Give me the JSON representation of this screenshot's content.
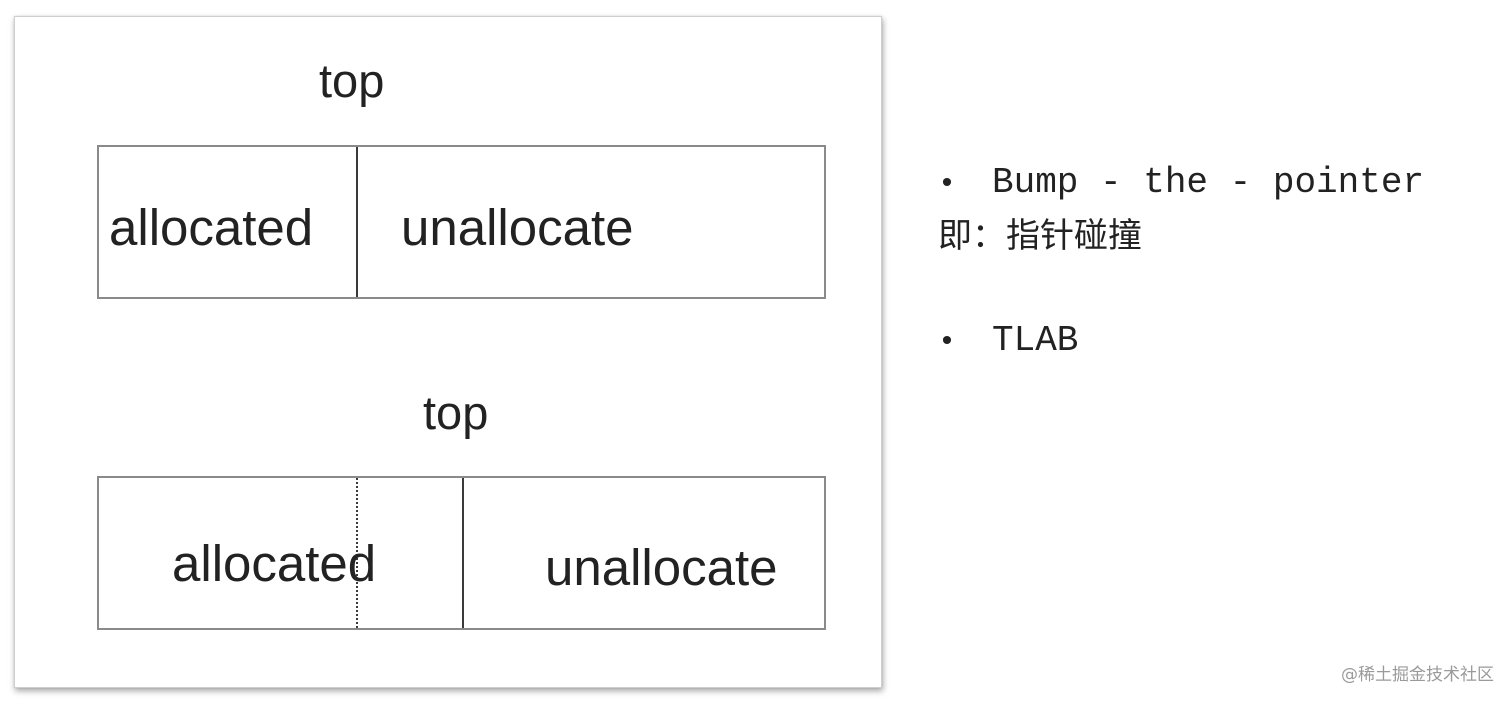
{
  "diagram": {
    "top_label_1": "top",
    "top_label_2": "top",
    "block_1": {
      "allocated": "allocated",
      "unallocated": "unallocate"
    },
    "block_2": {
      "allocated": "allocated",
      "unallocated": "unallocate"
    }
  },
  "bullets": {
    "marker": "•",
    "item_1": "Bump - the - pointer",
    "item_1_sub": "即：指针碰撞",
    "item_2": "TLAB"
  },
  "watermark": "@稀土掘金技术社区",
  "colors": {
    "border": "#8a8a8a",
    "divider": "#3a3a3a",
    "text": "#222222",
    "watermark": "#9a9a9a"
  }
}
